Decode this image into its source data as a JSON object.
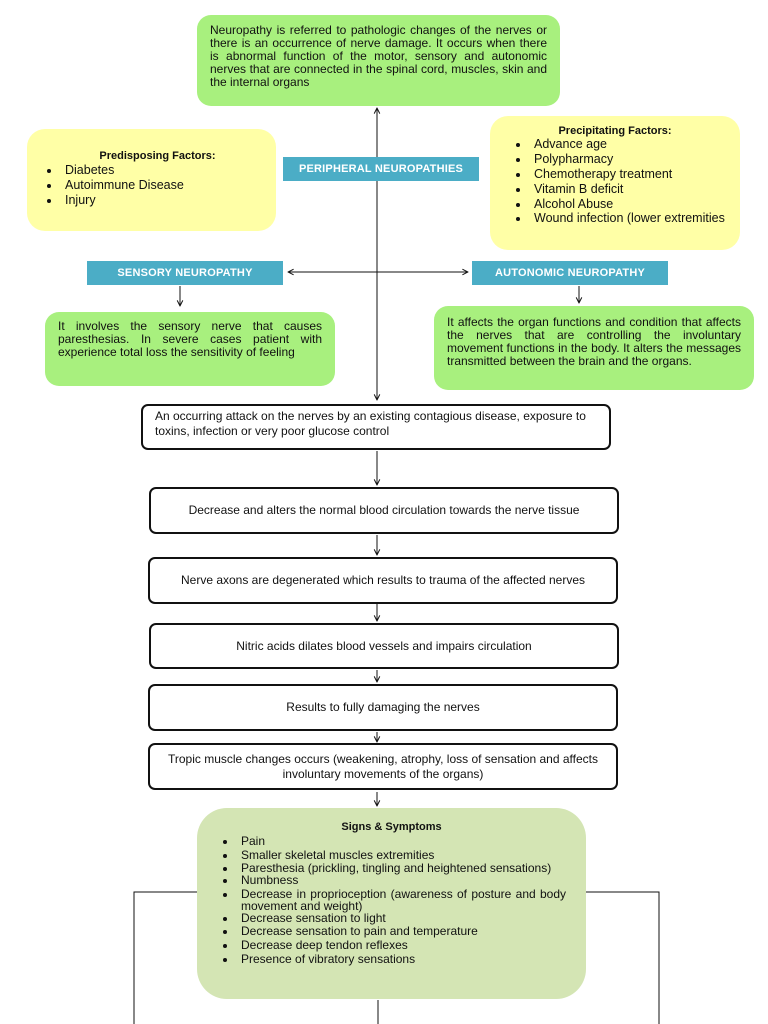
{
  "definition": "Neuropathy is referred to pathologic changes of the nerves or there is an occurrence of nerve damage. It occurs when there is abnormal function of the motor, sensory and autonomic nerves that are connected in the spinal cord, muscles, skin and the internal organs",
  "predisposing": {
    "title": "Predisposing Factors:",
    "items": [
      "Diabetes",
      "Autoimmune Disease",
      "Injury"
    ]
  },
  "peripheral": "PERIPHERAL NEUROPATHIES",
  "precipitating": {
    "title": "Precipitating Factors:",
    "items": [
      "Advance age",
      "Polypharmacy",
      "Chemotherapy treatment",
      "Vitamin B deficit",
      "Alcohol Abuse",
      "Wound infection (lower extremities"
    ]
  },
  "sensory": {
    "label": "SENSORY NEUROPATHY",
    "desc": "It involves the sensory nerve that causes paresthesias. In severe cases patient with experience total loss the sensitivity of feeling"
  },
  "autonomic": {
    "label": "AUTONOMIC NEUROPATHY",
    "desc": "It affects the organ functions and condition that affects the nerves that are controlling the involuntary movement functions in the body. It alters the messages transmitted between the brain and the organs."
  },
  "steps": [
    "An occurring attack on the nerves by an existing contagious disease, exposure to toxins, infection or very poor glucose control",
    "Decrease and alters the normal blood circulation towards the nerve tissue",
    "Nerve axons are degenerated which results to trauma of the affected nerves",
    "Nitric acids dilates blood vessels and impairs circulation",
    "Results to fully damaging the nerves",
    "Tropic muscle changes occurs (weakening, atrophy, loss of sensation and affects involuntary movements of the organs)"
  ],
  "signs": {
    "title": "Signs & Symptoms",
    "items": [
      "Pain",
      "Smaller skeletal muscles extremities",
      "Paresthesia (prickling, tingling and heightened sensations)",
      "Numbness",
      "Decrease in proprioception (awareness of posture and body movement and weight)",
      "Decrease sensation to light",
      "Decrease sensation to pain and temperature",
      "Decrease deep tendon reflexes",
      "Presence of vibratory sensations"
    ]
  }
}
